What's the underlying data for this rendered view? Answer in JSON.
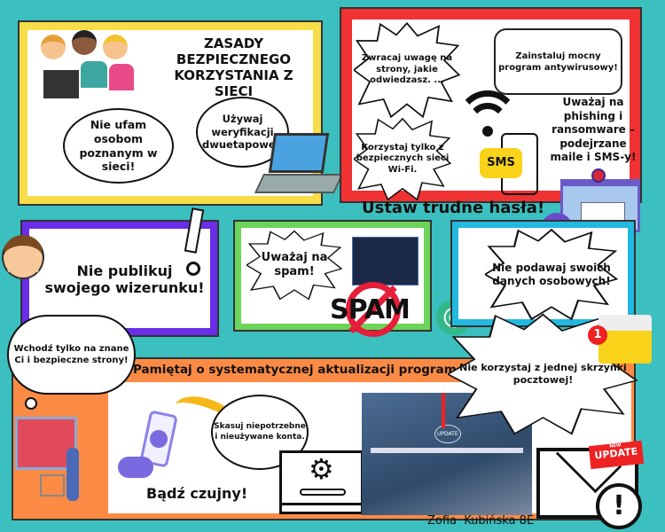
{
  "title": "ZASADY BEZPIECZNEGO KORZYSTANIA Z SIECI",
  "panel1": {
    "bubble_left": "Nie ufam osobom poznanym w sieci!",
    "bubble_right": "Używaj weryfikacji dwuetapowej."
  },
  "panel2": {
    "spiky_top": "Zwracaj uwagę na strony, jakie odwiedzasz. ...",
    "spiky_bottom": "Korzystaj tylko z bezpiecznych sieci Wi-Fi.",
    "speech_box": "Zainstaluj mocny program antywirusowy!",
    "phishing": "Uważaj na phishing i ransomware – podejrzane maile i SMS-y!",
    "sms_badge": "SMS"
  },
  "passwords": "Ustaw trudne hasła!",
  "panel3": {
    "text": "Nie publikuj swojego wizerunku!"
  },
  "panel4": {
    "bubble": "Uważaj na spam!",
    "spam_sign": "SPAM"
  },
  "panel5": {
    "bubble": "Nie podawaj swoich danych osobowych!"
  },
  "cloud_left": "Wchodź tylko na znane Ci i bezpieczne strony!",
  "spiky_mail": "Nie korzystaj z jednej skrzynki pocztowej!",
  "mail_badge": "1",
  "bottom": {
    "header": "Pamiętaj o systematycznej aktualizacji programów!",
    "bubble": "Skasuj niepotrzebne i nieużywane konta.",
    "alert": "Bądź czujny!",
    "update_badge_small": "NEW",
    "update_badge": "UPDATE",
    "update_screen": "UPDATE"
  },
  "signature": "Zofia  Kubińska 8E",
  "colors": {
    "background": "#3cbfbf",
    "yellow": "#f7dd4a",
    "red": "#f03232",
    "purple": "#6a2de8",
    "green": "#6dd45a",
    "cyan": "#22b8e0",
    "orange": "#fb8b44"
  }
}
